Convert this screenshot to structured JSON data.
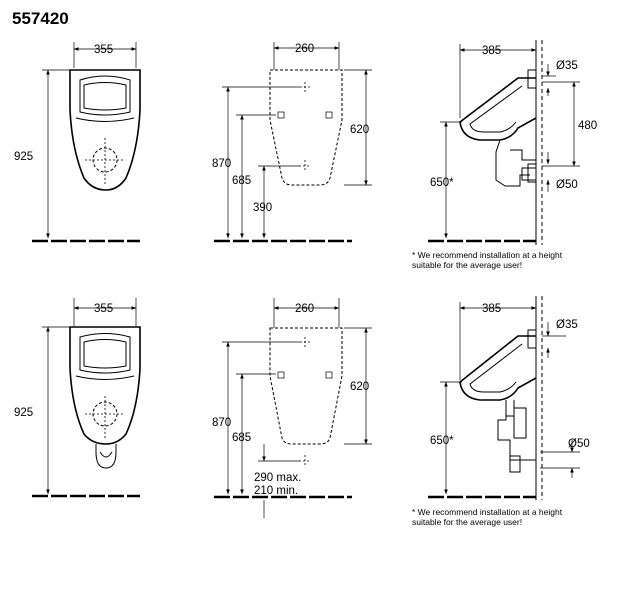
{
  "title": "557420",
  "row1": {
    "front": {
      "width": "355",
      "height": "925"
    },
    "wall": {
      "width": "260",
      "h620": "620",
      "h870": "870",
      "h685": "685",
      "h390": "390"
    },
    "side": {
      "depth": "385",
      "d35": "Ø35",
      "h480": "480",
      "h650": "650*",
      "d50": "Ø50",
      "note1": "* We recommend installation at a height",
      "note2": "suitable  for the average user!"
    }
  },
  "row2": {
    "front": {
      "width": "355",
      "height": "925"
    },
    "wall": {
      "width": "260",
      "h620": "620",
      "h870": "870",
      "h685": "685",
      "max": "290 max.",
      "min": "210 min."
    },
    "side": {
      "depth": "385",
      "d35": "Ø35",
      "h650": "650*",
      "d50": "Ø50",
      "note1": "* We recommend installation at a height",
      "note2": "suitable  for the average user!"
    }
  }
}
